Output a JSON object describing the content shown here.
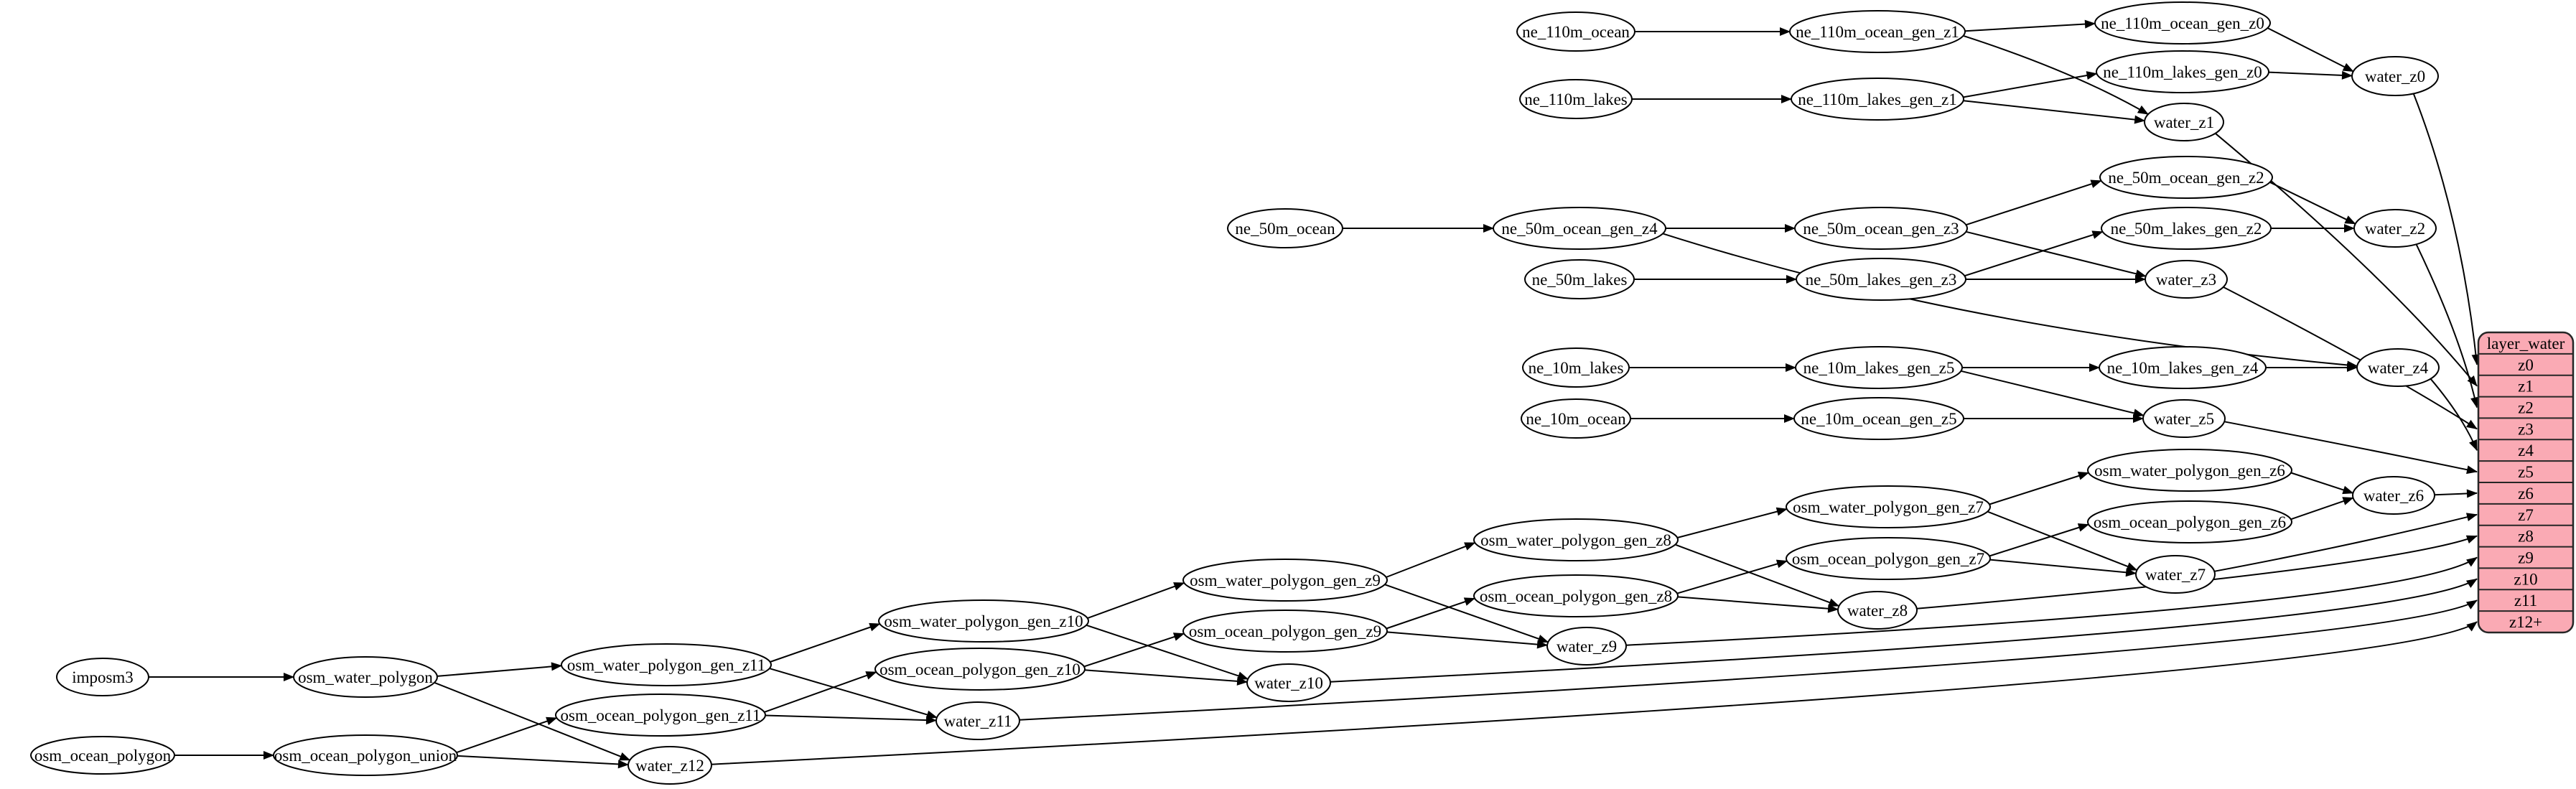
{
  "diagram": {
    "colors": {
      "background": "#ffffff",
      "node_fill": "#ffffff",
      "node_stroke": "#000000",
      "edge": "#000000",
      "text": "#000000",
      "table_fill": "#faaab4",
      "table_stroke": "#262626"
    },
    "table": {
      "title": "layer_water",
      "rows": [
        "z0",
        "z1",
        "z2",
        "z3",
        "z4",
        "z5",
        "z6",
        "z7",
        "z8",
        "z9",
        "z10",
        "z11",
        "z12+"
      ]
    },
    "nodes": [
      {
        "id": "ne_110m_ocean",
        "label": "ne_110m_ocean"
      },
      {
        "id": "ne_110m_ocean_gen_z1",
        "label": "ne_110m_ocean_gen_z1"
      },
      {
        "id": "ne_110m_ocean_gen_z0",
        "label": "ne_110m_ocean_gen_z0"
      },
      {
        "id": "ne_110m_lakes",
        "label": "ne_110m_lakes"
      },
      {
        "id": "ne_110m_lakes_gen_z1",
        "label": "ne_110m_lakes_gen_z1"
      },
      {
        "id": "ne_110m_lakes_gen_z0",
        "label": "ne_110m_lakes_gen_z0"
      },
      {
        "id": "water_z0",
        "label": "water_z0"
      },
      {
        "id": "water_z1",
        "label": "water_z1"
      },
      {
        "id": "ne_50m_ocean",
        "label": "ne_50m_ocean"
      },
      {
        "id": "ne_50m_ocean_gen_z4",
        "label": "ne_50m_ocean_gen_z4"
      },
      {
        "id": "ne_50m_ocean_gen_z3",
        "label": "ne_50m_ocean_gen_z3"
      },
      {
        "id": "ne_50m_ocean_gen_z2",
        "label": "ne_50m_ocean_gen_z2"
      },
      {
        "id": "ne_50m_lakes",
        "label": "ne_50m_lakes"
      },
      {
        "id": "ne_50m_lakes_gen_z3",
        "label": "ne_50m_lakes_gen_z3"
      },
      {
        "id": "ne_50m_lakes_gen_z2",
        "label": "ne_50m_lakes_gen_z2"
      },
      {
        "id": "water_z2",
        "label": "water_z2"
      },
      {
        "id": "water_z3",
        "label": "water_z3"
      },
      {
        "id": "ne_10m_lakes",
        "label": "ne_10m_lakes"
      },
      {
        "id": "ne_10m_lakes_gen_z5",
        "label": "ne_10m_lakes_gen_z5"
      },
      {
        "id": "ne_10m_lakes_gen_z4",
        "label": "ne_10m_lakes_gen_z4"
      },
      {
        "id": "ne_10m_ocean",
        "label": "ne_10m_ocean"
      },
      {
        "id": "ne_10m_ocean_gen_z5",
        "label": "ne_10m_ocean_gen_z5"
      },
      {
        "id": "water_z4",
        "label": "water_z4"
      },
      {
        "id": "water_z5",
        "label": "water_z5"
      },
      {
        "id": "osm_water_polygon_gen_z6",
        "label": "osm_water_polygon_gen_z6"
      },
      {
        "id": "osm_water_polygon_gen_z7",
        "label": "osm_water_polygon_gen_z7"
      },
      {
        "id": "osm_water_polygon_gen_z8",
        "label": "osm_water_polygon_gen_z8"
      },
      {
        "id": "osm_water_polygon_gen_z9",
        "label": "osm_water_polygon_gen_z9"
      },
      {
        "id": "osm_water_polygon_gen_z10",
        "label": "osm_water_polygon_gen_z10"
      },
      {
        "id": "osm_water_polygon_gen_z11",
        "label": "osm_water_polygon_gen_z11"
      },
      {
        "id": "osm_ocean_polygon_gen_z6",
        "label": "osm_ocean_polygon_gen_z6"
      },
      {
        "id": "osm_ocean_polygon_gen_z7",
        "label": "osm_ocean_polygon_gen_z7"
      },
      {
        "id": "osm_ocean_polygon_gen_z8",
        "label": "osm_ocean_polygon_gen_z8"
      },
      {
        "id": "osm_ocean_polygon_gen_z9",
        "label": "osm_ocean_polygon_gen_z9"
      },
      {
        "id": "osm_ocean_polygon_gen_z10",
        "label": "osm_ocean_polygon_gen_z10"
      },
      {
        "id": "osm_ocean_polygon_gen_z11",
        "label": "osm_ocean_polygon_gen_z11"
      },
      {
        "id": "water_z6",
        "label": "water_z6"
      },
      {
        "id": "water_z7",
        "label": "water_z7"
      },
      {
        "id": "water_z8",
        "label": "water_z8"
      },
      {
        "id": "water_z9",
        "label": "water_z9"
      },
      {
        "id": "water_z10",
        "label": "water_z10"
      },
      {
        "id": "water_z11",
        "label": "water_z11"
      },
      {
        "id": "water_z12",
        "label": "water_z12"
      },
      {
        "id": "imposm3",
        "label": "imposm3"
      },
      {
        "id": "osm_water_polygon",
        "label": "osm_water_polygon"
      },
      {
        "id": "osm_ocean_polygon",
        "label": "osm_ocean_polygon"
      },
      {
        "id": "osm_ocean_polygon_union",
        "label": "osm_ocean_polygon_union"
      }
    ],
    "edges": [
      {
        "from": "ne_110m_ocean",
        "to": "ne_110m_ocean_gen_z1"
      },
      {
        "from": "ne_110m_ocean_gen_z1",
        "to": "ne_110m_ocean_gen_z0"
      },
      {
        "from": "ne_110m_ocean_gen_z1",
        "to": "water_z1"
      },
      {
        "from": "ne_110m_ocean_gen_z0",
        "to": "water_z0"
      },
      {
        "from": "ne_110m_lakes",
        "to": "ne_110m_lakes_gen_z1"
      },
      {
        "from": "ne_110m_lakes_gen_z1",
        "to": "ne_110m_lakes_gen_z0"
      },
      {
        "from": "ne_110m_lakes_gen_z1",
        "to": "water_z1"
      },
      {
        "from": "ne_110m_lakes_gen_z0",
        "to": "water_z0"
      },
      {
        "from": "water_z0",
        "to": "row:z0"
      },
      {
        "from": "water_z1",
        "to": "row:z1"
      },
      {
        "from": "ne_50m_ocean",
        "to": "ne_50m_ocean_gen_z4"
      },
      {
        "from": "ne_50m_ocean_gen_z4",
        "to": "ne_50m_ocean_gen_z3"
      },
      {
        "from": "ne_50m_ocean_gen_z4",
        "to": "water_z4"
      },
      {
        "from": "ne_50m_ocean_gen_z3",
        "to": "ne_50m_ocean_gen_z2"
      },
      {
        "from": "ne_50m_ocean_gen_z3",
        "to": "water_z3"
      },
      {
        "from": "ne_50m_ocean_gen_z2",
        "to": "water_z2"
      },
      {
        "from": "ne_50m_lakes",
        "to": "ne_50m_lakes_gen_z3"
      },
      {
        "from": "ne_50m_lakes_gen_z3",
        "to": "ne_50m_lakes_gen_z2"
      },
      {
        "from": "ne_50m_lakes_gen_z3",
        "to": "water_z3"
      },
      {
        "from": "ne_50m_lakes_gen_z2",
        "to": "water_z2"
      },
      {
        "from": "water_z2",
        "to": "row:z2"
      },
      {
        "from": "water_z3",
        "to": "row:z3"
      },
      {
        "from": "ne_10m_lakes",
        "to": "ne_10m_lakes_gen_z5"
      },
      {
        "from": "ne_10m_lakes_gen_z5",
        "to": "ne_10m_lakes_gen_z4"
      },
      {
        "from": "ne_10m_lakes_gen_z5",
        "to": "water_z5"
      },
      {
        "from": "ne_10m_lakes_gen_z4",
        "to": "water_z4"
      },
      {
        "from": "ne_10m_ocean",
        "to": "ne_10m_ocean_gen_z5"
      },
      {
        "from": "ne_10m_ocean_gen_z5",
        "to": "water_z5"
      },
      {
        "from": "water_z4",
        "to": "row:z4"
      },
      {
        "from": "water_z5",
        "to": "row:z5"
      },
      {
        "from": "imposm3",
        "to": "osm_water_polygon"
      },
      {
        "from": "osm_water_polygon",
        "to": "osm_water_polygon_gen_z11"
      },
      {
        "from": "osm_water_polygon",
        "to": "water_z12"
      },
      {
        "from": "osm_water_polygon_gen_z11",
        "to": "osm_water_polygon_gen_z10"
      },
      {
        "from": "osm_water_polygon_gen_z11",
        "to": "water_z11"
      },
      {
        "from": "osm_water_polygon_gen_z10",
        "to": "osm_water_polygon_gen_z9"
      },
      {
        "from": "osm_water_polygon_gen_z10",
        "to": "water_z10"
      },
      {
        "from": "osm_water_polygon_gen_z9",
        "to": "osm_water_polygon_gen_z8"
      },
      {
        "from": "osm_water_polygon_gen_z9",
        "to": "water_z9"
      },
      {
        "from": "osm_water_polygon_gen_z8",
        "to": "osm_water_polygon_gen_z7"
      },
      {
        "from": "osm_water_polygon_gen_z8",
        "to": "water_z8"
      },
      {
        "from": "osm_water_polygon_gen_z7",
        "to": "osm_water_polygon_gen_z6"
      },
      {
        "from": "osm_water_polygon_gen_z7",
        "to": "water_z7"
      },
      {
        "from": "osm_water_polygon_gen_z6",
        "to": "water_z6"
      },
      {
        "from": "osm_ocean_polygon",
        "to": "osm_ocean_polygon_union"
      },
      {
        "from": "osm_ocean_polygon_union",
        "to": "osm_ocean_polygon_gen_z11"
      },
      {
        "from": "osm_ocean_polygon_union",
        "to": "water_z12"
      },
      {
        "from": "osm_ocean_polygon_gen_z11",
        "to": "osm_ocean_polygon_gen_z10"
      },
      {
        "from": "osm_ocean_polygon_gen_z11",
        "to": "water_z11"
      },
      {
        "from": "osm_ocean_polygon_gen_z10",
        "to": "osm_ocean_polygon_gen_z9"
      },
      {
        "from": "osm_ocean_polygon_gen_z10",
        "to": "water_z10"
      },
      {
        "from": "osm_ocean_polygon_gen_z9",
        "to": "osm_ocean_polygon_gen_z8"
      },
      {
        "from": "osm_ocean_polygon_gen_z9",
        "to": "water_z9"
      },
      {
        "from": "osm_ocean_polygon_gen_z8",
        "to": "osm_ocean_polygon_gen_z7"
      },
      {
        "from": "osm_ocean_polygon_gen_z8",
        "to": "water_z8"
      },
      {
        "from": "osm_ocean_polygon_gen_z7",
        "to": "osm_ocean_polygon_gen_z6"
      },
      {
        "from": "osm_ocean_polygon_gen_z7",
        "to": "water_z7"
      },
      {
        "from": "osm_ocean_polygon_gen_z6",
        "to": "water_z6"
      },
      {
        "from": "water_z6",
        "to": "row:z6"
      },
      {
        "from": "water_z7",
        "to": "row:z7"
      },
      {
        "from": "water_z8",
        "to": "row:z8"
      },
      {
        "from": "water_z9",
        "to": "row:z9"
      },
      {
        "from": "water_z10",
        "to": "row:z10"
      },
      {
        "from": "water_z11",
        "to": "row:z11"
      },
      {
        "from": "water_z12",
        "to": "row:z12+"
      }
    ]
  }
}
